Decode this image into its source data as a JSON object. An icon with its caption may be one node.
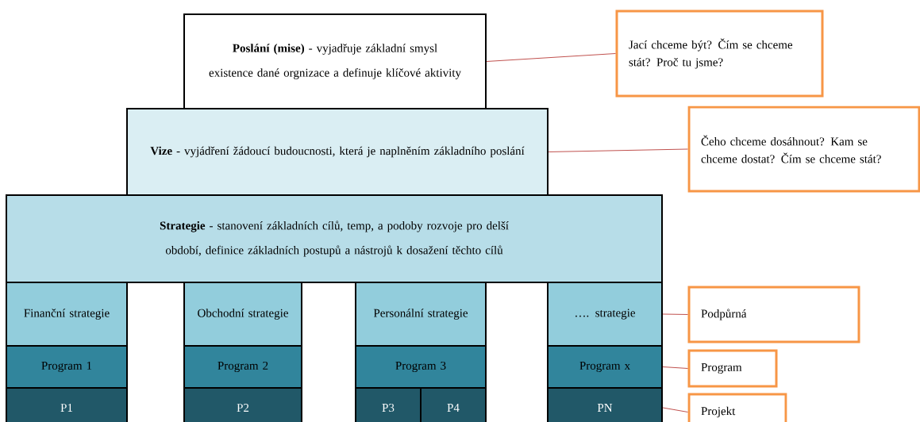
{
  "diagram": {
    "nodes": [
      {
        "text": [
          "**Poslání (mise)** - vyjadřuje základní smysl existence dané orgnizace a definuje klíčové aktivity"
        ]
      },
      {
        "text": [
          "Jací chceme být? Čím se chceme stát? Proč tu jsme?"
        ]
      },
      {
        "text": [
          "**Vize** - vyjádření žádoucí budoucnosti, která je naplněním základního poslání"
        ]
      },
      {
        "text": [
          "Čeho chceme dosáhnout? Kam se chceme dostat? Čím se chceme stát?"
        ]
      },
      {
        "text": [
          "**Strategie** - stanovení základních cílů, temp, a podoby rozvoje pro delší období, definice základních postupů a nástrojů k dosažení těchto cílů"
        ]
      },
      {
        "text": [
          "Finanční strategie"
        ]
      },
      {
        "text": [
          "Obchodní strategie"
        ]
      },
      {
        "text": [
          "Personální strategie"
        ]
      },
      {
        "text": [
          "…. strategie"
        ]
      },
      {
        "text": [
          "Podpůrná"
        ]
      },
      {
        "text": [
          "Program 1"
        ]
      },
      {
        "text": [
          "Program 2"
        ]
      },
      {
        "text": [
          "Program 3"
        ]
      },
      {
        "text": [
          "Program x"
        ]
      },
      {
        "text": [
          "Program"
        ]
      },
      {
        "text": [
          "P1"
        ]
      },
      {
        "text": [
          "P2"
        ]
      },
      {
        "text": [
          "P3"
        ]
      },
      {
        "text": [
          "P4"
        ]
      },
      {
        "text": [
          "PN"
        ]
      },
      {
        "text": [
          "Projekt"
        ]
      }
    ],
    "edges": [
      {
        "from": 0,
        "to": 1,
        "arrow": "none"
      },
      {
        "from": 2,
        "to": 3,
        "arrow": "none"
      },
      {
        "from": 8,
        "to": 9,
        "arrow": "none"
      },
      {
        "from": 13,
        "to": 14,
        "arrow": "none"
      },
      {
        "from": 19,
        "to": 20,
        "arrow": "none"
      }
    ]
  }
}
